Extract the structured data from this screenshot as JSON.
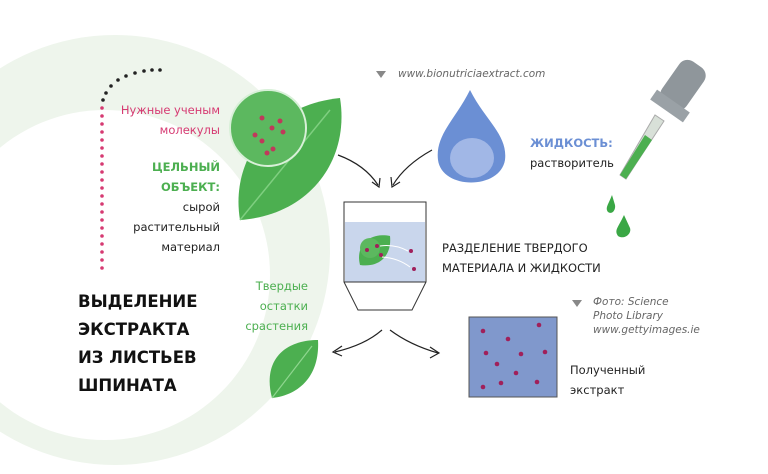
{
  "labels": {
    "molecules": [
      "Нужные ученым",
      "молекулы"
    ],
    "whole_object_title": [
      "ЦЕЛЬНЫЙ",
      "ОБЪЕКТ:"
    ],
    "whole_object_desc": [
      "сырой",
      "растительный",
      "материал"
    ],
    "main_title": [
      "ВЫДЕЛЕНИЕ",
      "ЭКСТРАКТА",
      "ИЗ ЛИСТЬЕВ",
      "ШПИНАТА"
    ],
    "solid_remains": [
      "Твердые",
      "остатки",
      "срастения"
    ],
    "source_url": "www.bionutriciaextract.com",
    "liquid_title": "ЖИДКОСТЬ:",
    "liquid_desc": "растворитель",
    "separation": [
      "РАЗДЕЛЕНИЕ ТВЕРДОГО",
      "МАТЕРИАЛА И ЖИДКОСТИ"
    ],
    "photo_credit": [
      "Фото: Science",
      "Photo Library",
      "www.gettyimages.ie"
    ],
    "extract": [
      "Полученный",
      "экстракт"
    ]
  },
  "colors": {
    "leaf": "#4caf50",
    "pink": "#d63a72",
    "blue": "#6b8fd4",
    "extract_bg": "#8098cc",
    "ring": "#eef5ec"
  }
}
